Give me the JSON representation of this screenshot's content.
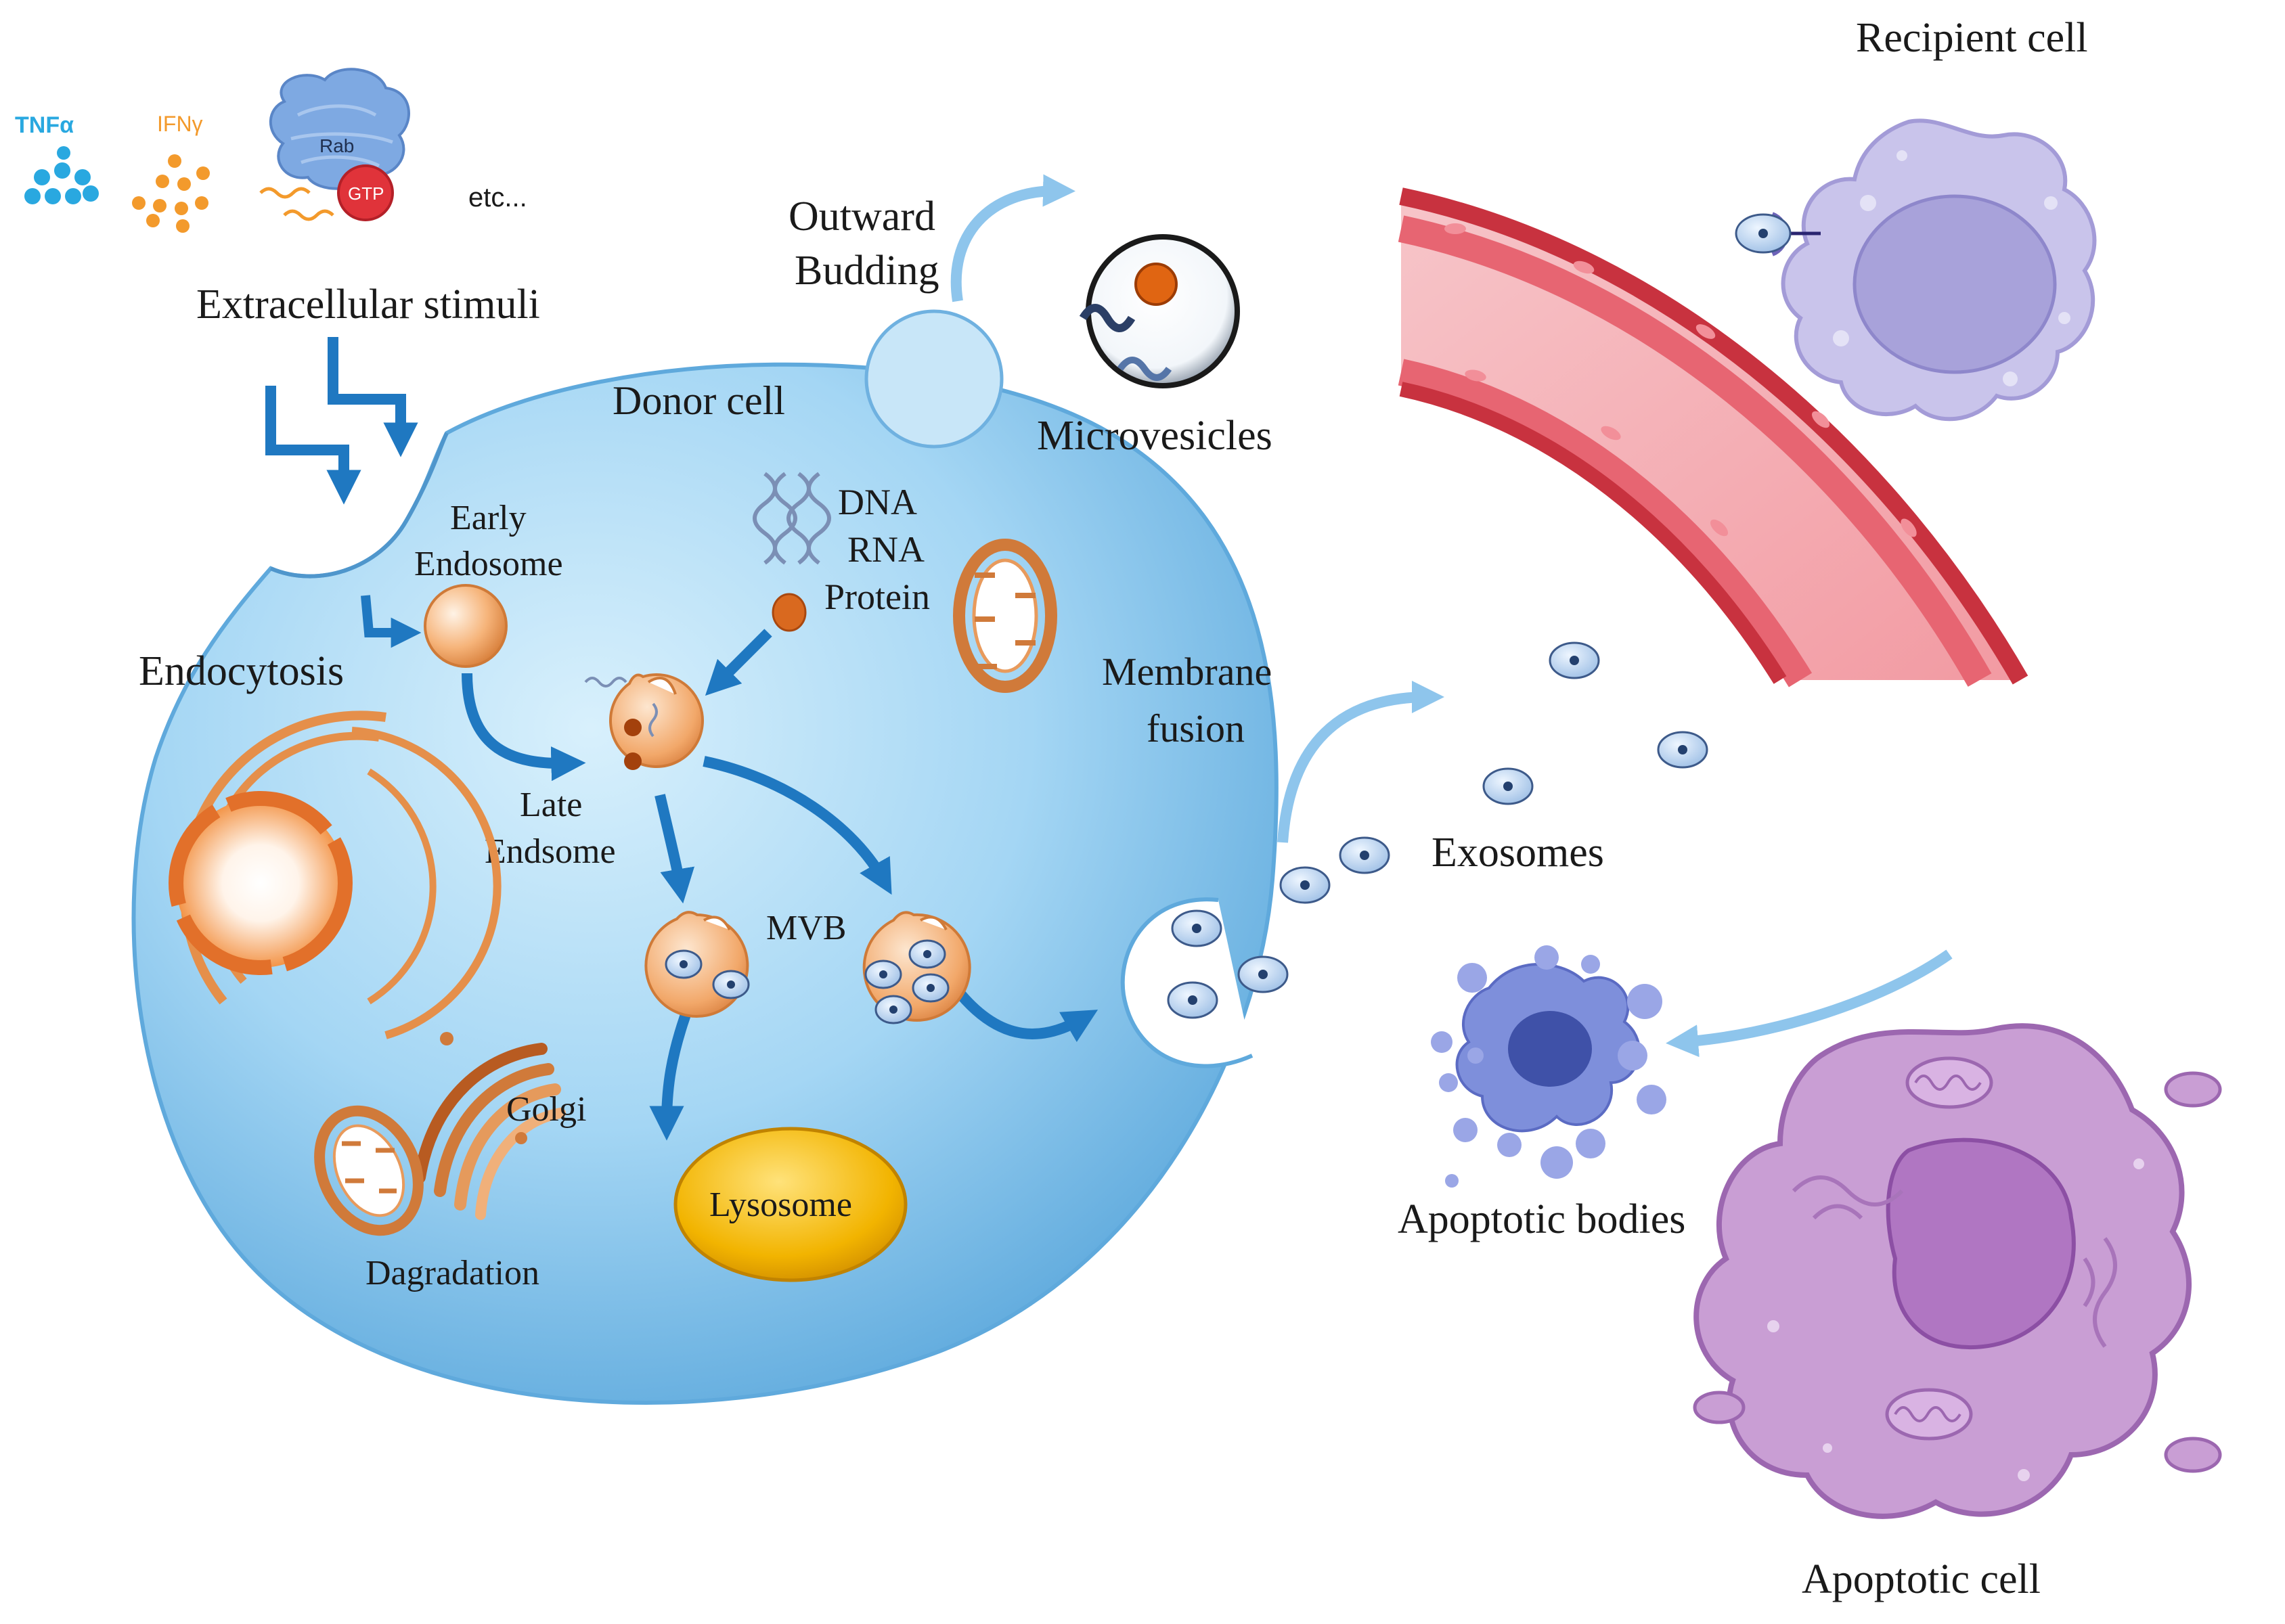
{
  "labels": {
    "tnf": "TNFα",
    "ifn": "IFNγ",
    "rab": "Rab",
    "gtp": "GTP",
    "etc": "etc...",
    "extracellular_stimuli": "Extracellular stimuli",
    "donor_cell": "Donor cell",
    "outward": "Outward",
    "budding": "Budding",
    "microvesicles": "Microvesicles",
    "early": "Early",
    "endosome": "Endosome",
    "dna": "DNA",
    "rna": "RNA",
    "protein": "Protein",
    "endocytosis": "Endocytosis",
    "late": "Late",
    "endsome": "Endsome",
    "mvb": "MVB",
    "membrane": "Membrane",
    "fusion": "fusion",
    "exosomes": "Exosomes",
    "golgi": "Golgi",
    "lysosome": "Lysosome",
    "dagradation": "Dagradation",
    "apoptotic_bodies": "Apoptotic bodies",
    "recipient_cell": "Recipient cell",
    "apoptotic_cell": "Apoptotic cell"
  },
  "colors": {
    "tnf": "#29a8e0",
    "ifn": "#f39a2c",
    "rab": "#6f9fd8",
    "gtp": "#e0333a",
    "cell_fill": "#9fd3f2",
    "cell_edge": "#5fa9dc",
    "arrow": "#1f78c1",
    "arrow_light": "#8ec5ec",
    "organelle": "#e58f4a",
    "organelle_light": "#f8c9a0",
    "lysosome": "#f2b400",
    "vessel": "#e7626e",
    "vessel_edge": "#c8323f",
    "recipient": "#c8c3ea",
    "apoptotic_cell": "#c79ad2",
    "apoptotic_body": "#7e8fdb"
  }
}
